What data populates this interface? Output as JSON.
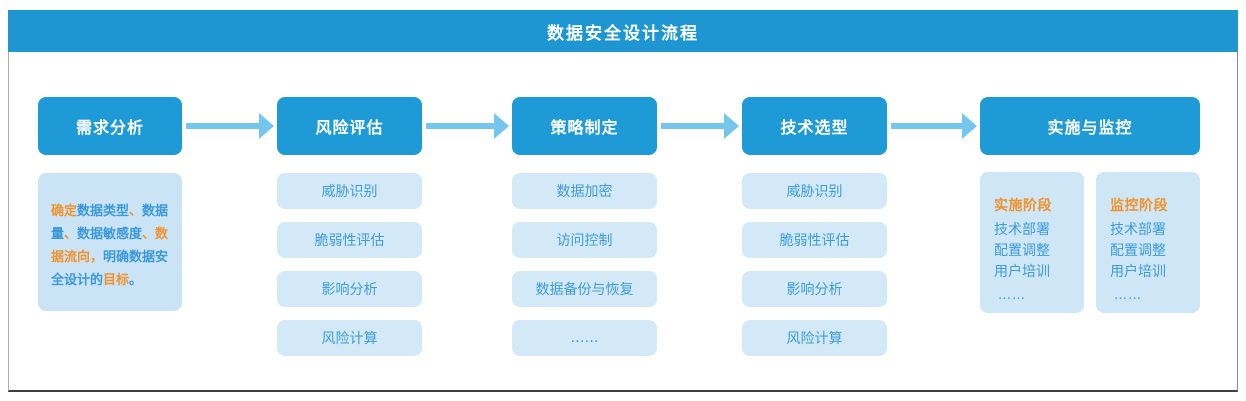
{
  "title": "数据安全设计流程",
  "colors": {
    "accent_blue": "#1E9AD6",
    "title_bar_blue": "#1E96D2",
    "arrow_blue": "#74C6EC",
    "light_box_blue": "#D3E9F7",
    "desc_box_blue": "#CBE4F5",
    "item_text_blue": "#3E9CDB",
    "highlight_orange": "#F0932F"
  },
  "stages": [
    {
      "label": "需求分析",
      "segments": [
        {
          "text": "确定",
          "color": "orange"
        },
        {
          "text": "数据类型",
          "color": "blue"
        },
        {
          "text": "、",
          "color": "orange"
        },
        {
          "text": "数据量",
          "color": "blue"
        },
        {
          "text": "、",
          "color": "orange"
        },
        {
          "text": "数据敏感度",
          "color": "blue"
        },
        {
          "text": "、数据流向，",
          "color": "orange"
        },
        {
          "text": "明确数据安全设计的",
          "color": "blue"
        },
        {
          "text": "目标",
          "color": "orange"
        },
        {
          "text": "。",
          "color": "blue"
        }
      ]
    },
    {
      "label": "风险评估",
      "items": [
        "威胁识别",
        "脆弱性评估",
        "影响分析",
        "风险计算"
      ]
    },
    {
      "label": "策略制定",
      "items": [
        "数据加密",
        "访问控制",
        "数据备份与恢复",
        "……"
      ]
    },
    {
      "label": "技术选型",
      "items": [
        "威胁识别",
        "脆弱性评估",
        "影响分析",
        "风险计算"
      ]
    },
    {
      "label": "实施与监控",
      "panels": [
        {
          "title": "实施阶段",
          "lines": [
            "技术部署",
            "配置调整",
            "用户培训"
          ],
          "more": "……"
        },
        {
          "title": "监控阶段",
          "lines": [
            "技术部署",
            "配置调整",
            "用户培训"
          ],
          "more": "……"
        }
      ]
    }
  ]
}
